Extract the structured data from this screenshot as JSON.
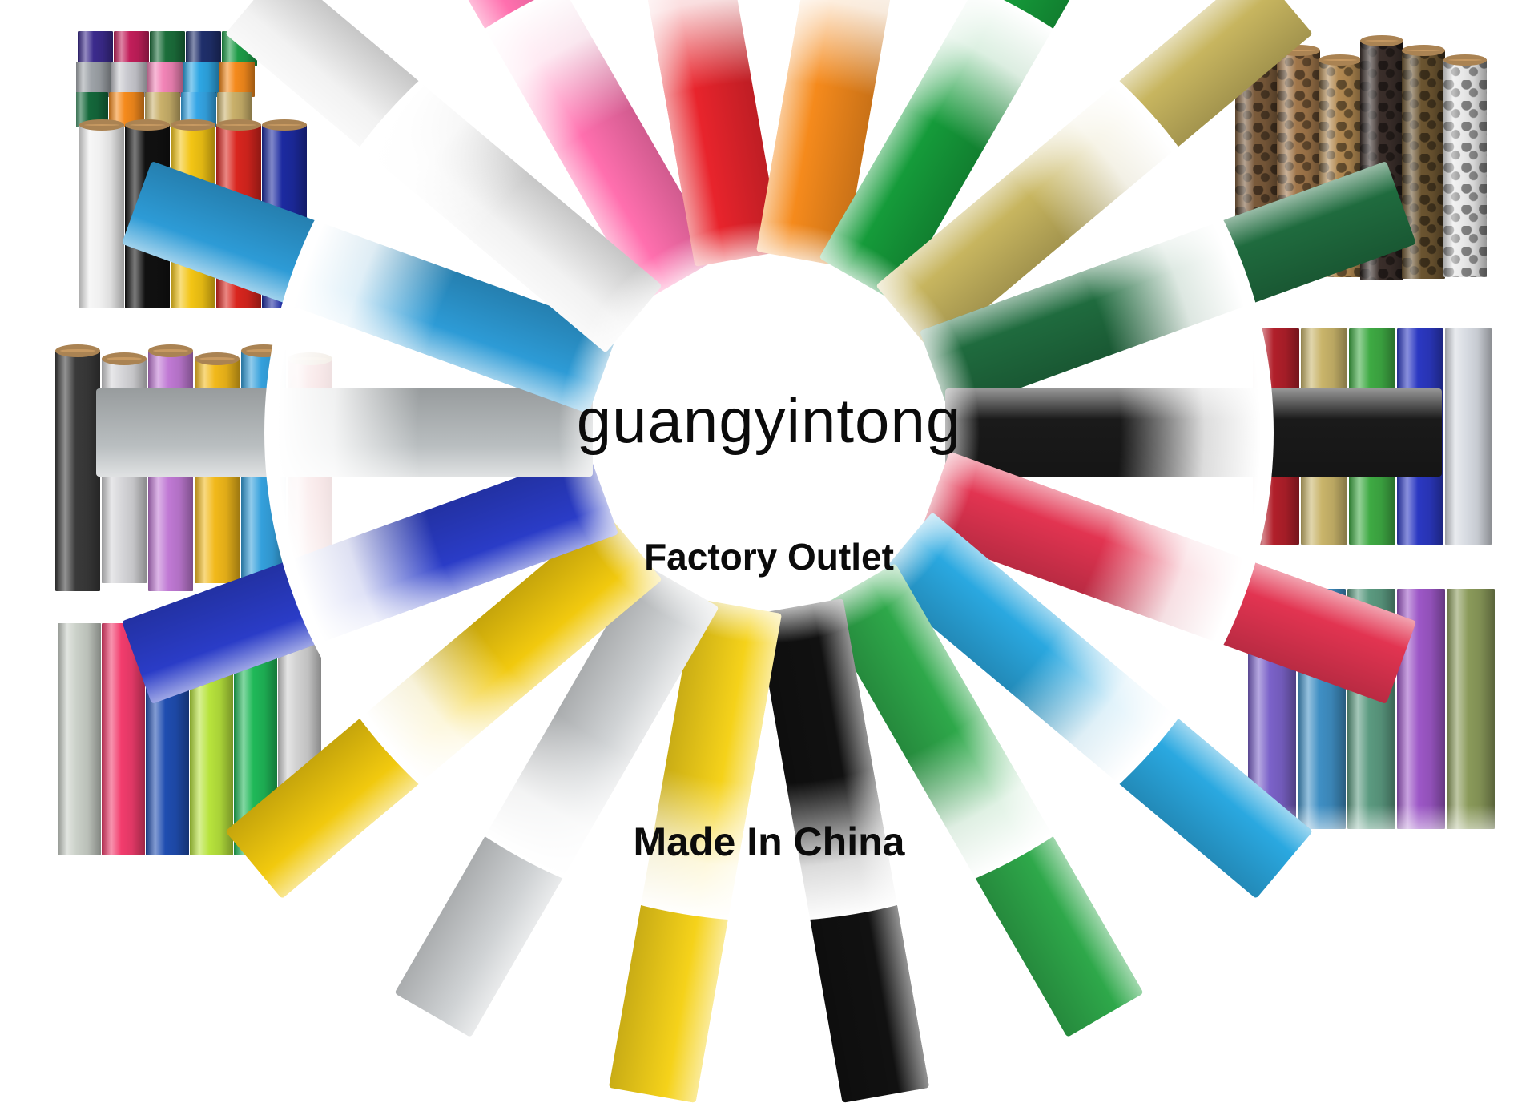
{
  "brand": "guangyintong",
  "tagline": "Factory Outlet",
  "origin": "Made In China",
  "colors": {
    "wheel": [
      "#ff6fae",
      "#e8242c",
      "#f58a1c",
      "#159b3a",
      "#c7b55f",
      "#1f6b3e",
      "#1a1a1a",
      "#e23451",
      "#2aa8e0",
      "#2ea84a",
      "#111111",
      "#f5d21a",
      "#cfd2d4",
      "#f1c90e",
      "#2a3cc7",
      "#b9bec0",
      "#2d9bd6",
      "#f2f2f2"
    ],
    "panel_solid_rolls": [
      "#f0f0f0",
      "#111111",
      "#f3c514",
      "#d9251e",
      "#1c2aa0"
    ],
    "panel_solid_caps": [
      "#3b2a8c",
      "#c21e5a",
      "#1b6d3a",
      "#1f2f6b",
      "#1d9b47",
      "#9ea3a8",
      "#c9c9cf",
      "#f284b7",
      "#2ea7e4",
      "#f58a1c",
      "#14683b",
      "#f58a1c",
      "#c9b06a",
      "#35a6e6",
      "#c9b06a"
    ],
    "panel_glitter": [
      "#3a3a3a",
      "#d5d5d8",
      "#c079d4",
      "#f2b91a",
      "#34a0dc",
      "#c8262c"
    ],
    "panel_neon": [
      "#c9cfc7",
      "#f23c6d",
      "#1f4db0",
      "#b7e33c",
      "#1fb858",
      "#d0d0d0"
    ],
    "panel_animal": [
      "#7a5a3a",
      "#a0764a",
      "#b38a52",
      "#3a2e2a",
      "#6b5430",
      "#e8e8e8"
    ],
    "panel_metallic": [
      "#b11f2a",
      "#c9b46a",
      "#3eaa43",
      "#2b38c2",
      "#d7dbe2"
    ],
    "panel_chameleon": [
      "#7b62c9",
      "#3f8fc4",
      "#5b9a80",
      "#9d57c7",
      "#8a9a5a"
    ]
  }
}
